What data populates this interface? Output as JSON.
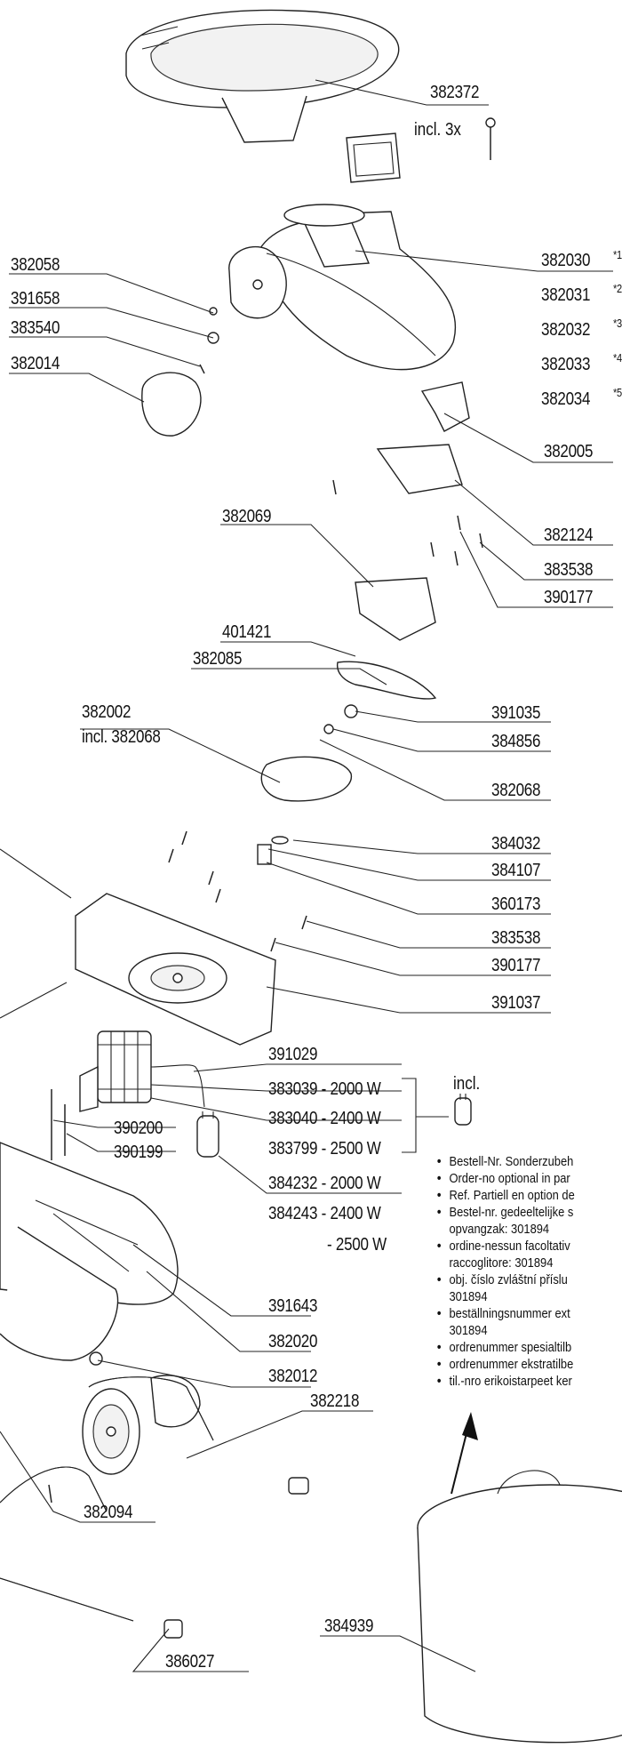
{
  "labels": {
    "p382372": "382372",
    "incl3x": "incl. 3x",
    "p382030": "382030",
    "s1": "*1",
    "p382031": "382031",
    "s2": "*2",
    "p382032": "382032",
    "s3": "*3",
    "p382033": "382033",
    "s4": "*4",
    "p382034": "382034",
    "s5": "*5",
    "p382058": "382058",
    "p391658": "391658",
    "p383540": "383540",
    "p382014": "382014",
    "p382005": "382005",
    "p382124": "382124",
    "p383538a": "383538",
    "p390177a": "390177",
    "p382069": "382069",
    "p401421": "401421",
    "p382085": "382085",
    "p382002": "382002",
    "p382002incl": "incl. 382068",
    "p391035": "391035",
    "p384856": "384856",
    "p382068": "382068",
    "p384032": "384032",
    "p384107": "384107",
    "p360173": "360173",
    "p383538b": "383538",
    "p390177b": "390177",
    "p391037": "391037",
    "p391029": "391029",
    "p383039": "383039 - 2000 W",
    "p383040": "383040 - 2400 W",
    "p383799": "383799 - 2500 W",
    "incl": "incl.",
    "p390200": "390200",
    "p390199": "390199",
    "p384232": "384232 - 2000 W",
    "p384243": "384243 - 2400 W",
    "p2500": "- 2500 W",
    "p391643": "391643",
    "p382020": "382020",
    "p382012": "382012",
    "p382218": "382218",
    "p382094": "382094",
    "p386027": "386027",
    "p384939": "384939"
  },
  "notes": [
    {
      "text": "Bestell-Nr. Sonderzubeh"
    },
    {
      "text": "Order-no optional in par"
    },
    {
      "text": "Ref. Partiell en option de"
    },
    {
      "text": "Bestel-nr. gedeeltelijke s",
      "cont": "opvangzak: 301894"
    },
    {
      "text": "ordine-nessun facoltativ",
      "cont": "raccoglitore: 301894"
    },
    {
      "text": "obj. číslo zvláštní příslu",
      "cont": "301894"
    },
    {
      "text": "beställningsnummer ext",
      "cont": "301894"
    },
    {
      "text": "ordrenummer spesialtilb"
    },
    {
      "text": "ordrenummer ekstratilbe"
    },
    {
      "text": "til.-nro erikoistarpeet ker"
    }
  ]
}
